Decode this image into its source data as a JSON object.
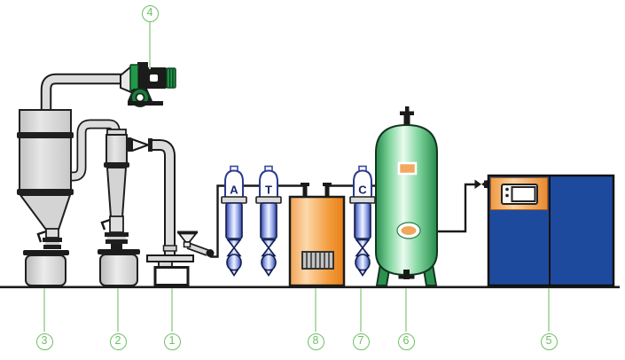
{
  "diagram": {
    "callouts": {
      "c1": "1",
      "c2": "2",
      "c3": "3",
      "c4": "4",
      "c5": "5",
      "c6": "6",
      "c7": "7",
      "c8": "8"
    },
    "filters": {
      "a": "A",
      "t": "T",
      "c": "C"
    },
    "colors": {
      "callout_green": "#6cc063",
      "leader_line_green": "#b5dcab",
      "tank_green": "#2e9455",
      "filter_blue": "#2e4095",
      "compressor_blue": "#1e4a9e",
      "heater_orange": "#ee8c2e",
      "panel_orange": "#ef9a43",
      "fan_green": "#22984a",
      "equipment_gray": "#d9d9d9",
      "outline_black": "#1a1a1a"
    }
  }
}
